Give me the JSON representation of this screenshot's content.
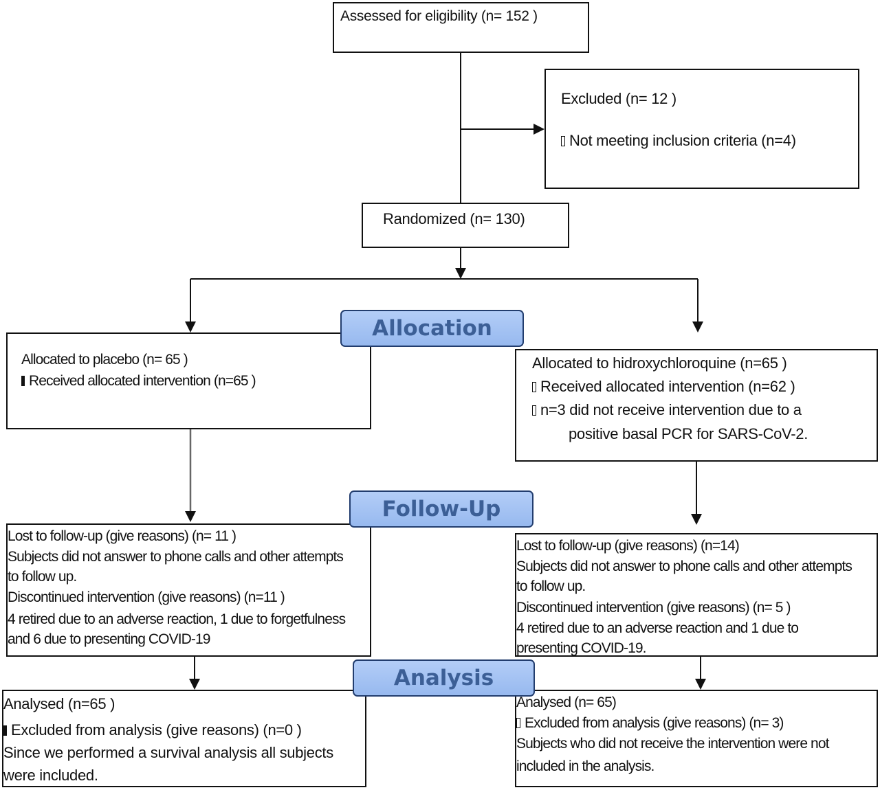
{
  "enrollment": {
    "assessed": "Assessed for eligibility (n= 152 )",
    "excluded_title": "Excluded (n= 12 )",
    "excluded_reason": "Not meeting inclusion criteria (n=4)",
    "randomized": "Randomized (n= 130)"
  },
  "phases": {
    "allocation": "Allocation",
    "follow_up": "Follow-Up",
    "analysis": "Analysis"
  },
  "placebo": {
    "allocation": [
      "Allocated to placebo (n= 65 )",
      "Received allocated intervention (n=65 )"
    ],
    "follow_up": [
      "Lost to follow-up (give reasons) (n= 11 )",
      "Subjects did not answer to phone calls and other attempts",
      "to follow up.",
      "Discontinued intervention (give reasons) (n=11 )",
      "4 retired due to an adverse reaction, 1 due to forgetfulness",
      "and 6 due to presenting COVID-19"
    ],
    "analysis": [
      "Analysed (n=65 )",
      "Excluded from analysis (give reasons) (n=0 )",
      "Since we performed a survival analysis all subjects",
      "were included."
    ]
  },
  "hcq": {
    "allocation": [
      "Allocated to hidroxychloroquine (n=65 )",
      "Received allocated intervention (n=62 )",
      "n=3 did not receive intervention due to a",
      "positive basal PCR for SARS-CoV-2."
    ],
    "follow_up": [
      "Lost to follow-up (give reasons) (n=14)",
      "Subjects did not answer to phone calls and other attempts",
      "to follow up.",
      "Discontinued intervention (give reasons) (n= 5 )",
      "4 retired due to an adverse reaction and 1 due to",
      "presenting COVID-19."
    ],
    "analysis": [
      "Analysed (n= 65)",
      "Excluded from analysis (give reasons) (n= 3)",
      "Subjects who did not receive the intervention were not",
      "included in the analysis."
    ]
  }
}
